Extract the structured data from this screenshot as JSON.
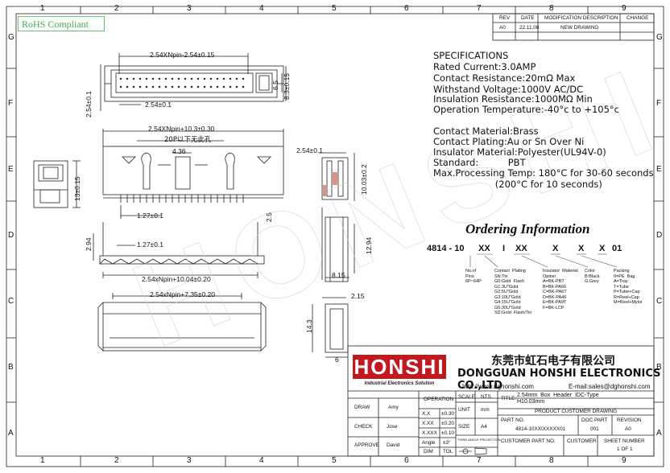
{
  "rohs": "RoHS Compliant",
  "grid": {
    "columns": [
      "1",
      "2",
      "3",
      "4",
      "5",
      "6",
      "7",
      "8",
      "9"
    ],
    "rows": [
      "G",
      "F",
      "E",
      "D",
      "C",
      "B",
      "A"
    ]
  },
  "revision": {
    "headers": [
      "REV",
      "DATE",
      "MODIFICATION DESCRIPTION",
      "CHANGE"
    ],
    "row": [
      "A0",
      "22.11.08",
      "NEW DRAWING",
      ""
    ]
  },
  "specs": {
    "heading": "SPECIFICATIONS",
    "lines": [
      "Rated Current:3.0AMP",
      "Contact Resistance:20mΩ Max",
      "Withstand Voltage:1000V AC/DC",
      "Insulation Resistance:1000MΩ Min",
      "Operation Temperature:-40°c to +105°c",
      "",
      "Contact Material:Brass",
      "Contact Plating:Au or Sn Over Ni",
      "Insulator Material:Polyester(UL94V-0)",
      "Standard:          PBT",
      "Max.Processing Temp: 180°C for 30-60 seconds",
      "                     (200°C for 10 seconds)"
    ]
  },
  "ordering": {
    "title": "Ordering Information",
    "code": [
      "4814 - 10",
      "XX",
      "I",
      "XX",
      "X",
      "X",
      "X",
      "01"
    ],
    "options": {
      "pins": "No.of\nPins\n6P~64P",
      "plating": "Contact  Plating\nSN:Tin\nG0:Gold  Flash\nG1:3U\"Gold\nG2:5U\"Gold\nG3:10U\"Gold\nG4:15U\"Gold\nG5:30U\"Gold\nSD:Gold  Flash/Tin",
      "material": "Insulator  Material\nOption\nA=BK-PBT\nB=BK-PA66\nC=BK-PA6T\nD=BK-PA46\nE=BK-PA9T\nF=BK-LCP",
      "color": "Color\nB:Black\nG:Grey",
      "packing": "Packing\n0=PE  Bag\nA=Tray\nT=Tube\nP=Tube+Cap\nR=Reel+Cap\nM=Reel+Mylor"
    }
  },
  "dims": {
    "pitch_top": "2.54XNpin-2.54±0.15",
    "side_254": "2.54±0.1",
    "pitch_254b": "2.54±0.1",
    "h65": "6.5",
    "h83": "8.3±0.15",
    "overall": "2.54XNpin+10.3±0.30",
    "twenty_p": "20P以下无此孔",
    "w436": "4.36",
    "h13": "13±0.15",
    "side_a": "2.54±0.1",
    "h1003": "10.03±0.2",
    "w127a": "1.27±0.1",
    "h25": "2.5",
    "w127b": "1.27±0.1",
    "h294a": "2.94",
    "h294b": "12.94",
    "w815": "8.15",
    "bottom1": "2.54xNpin+10.04±0.20",
    "bottom2": "2.54xNpin+7.35±0.20",
    "w215": "2.15",
    "h143": "14.3",
    "w6": "6"
  },
  "company": {
    "logo": "HONSHI",
    "logo_sub": "Industrial Electronics Solution",
    "name_cn": "东莞市虹石电子有限公司",
    "name_en": "DONGGUAN HONSHI ELECTRONICS CO.,LTD",
    "web": "http://www.dghonshi.com",
    "email": "E-mail:sales@dghonshi.com"
  },
  "titleblock": {
    "draw_label": "DRAW",
    "draw_name": "Amy",
    "check_label": "CHECK",
    "check_name": "Jose",
    "approve_label": "APPROVE",
    "approve_name": "David",
    "operation": "OPERATION",
    "tol": [
      [
        "X.X",
        "±0.30"
      ],
      [
        "X.XX",
        "±0.20"
      ],
      [
        "X.XXX",
        "±0.10"
      ],
      [
        "Angle",
        "±3°"
      ]
    ],
    "dim": "DIM",
    "tol_label": "TOL",
    "scale": "SCALE",
    "scale_v": "NTS",
    "unit": "UNIT",
    "unit_v": "mm",
    "size": "SIZE",
    "size_v": "A4",
    "third_angle": "THIRD ANGLE PROJECTION",
    "title_label": "TITLE:",
    "title_value": "2.54mm  Box  Header  IDC-Type\nH10.03mm",
    "product_drawing": "PRODUCT CUSTOMER DRAWING",
    "part_no_label": "PART NO.",
    "part_no": "4814-10XXIXXXXX01",
    "doc_part_label": "DOC PART",
    "doc_part": "001",
    "revision_label": "REVISION",
    "revision": "A0",
    "cust_part_label": "CUSTOMER PART NO.",
    "customer_label": "CUSTOMER",
    "sheet_label": "SHEET NUMBER",
    "sheet": "1 OF 1"
  }
}
